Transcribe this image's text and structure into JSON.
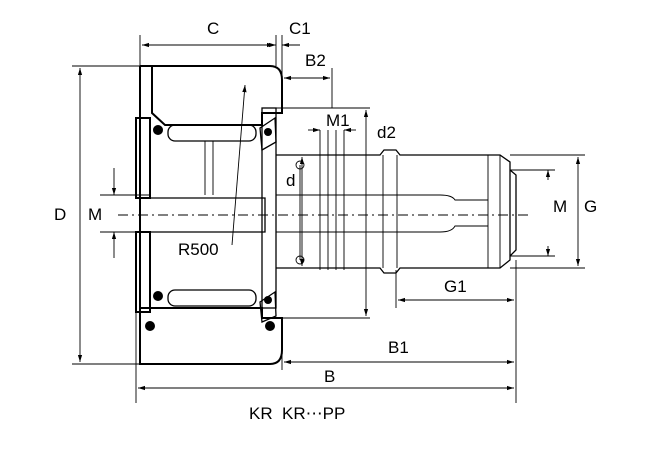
{
  "labels": {
    "C": "C",
    "C1": "C1",
    "B2": "B2",
    "M1": "M1",
    "d2": "d2",
    "d": "d",
    "D": "D",
    "M_left": "M",
    "M_right": "M",
    "G": "G",
    "R500": "R500",
    "G1": "G1",
    "B1": "B1",
    "B": "B"
  },
  "caption": "KR  KR⋯PP"
}
